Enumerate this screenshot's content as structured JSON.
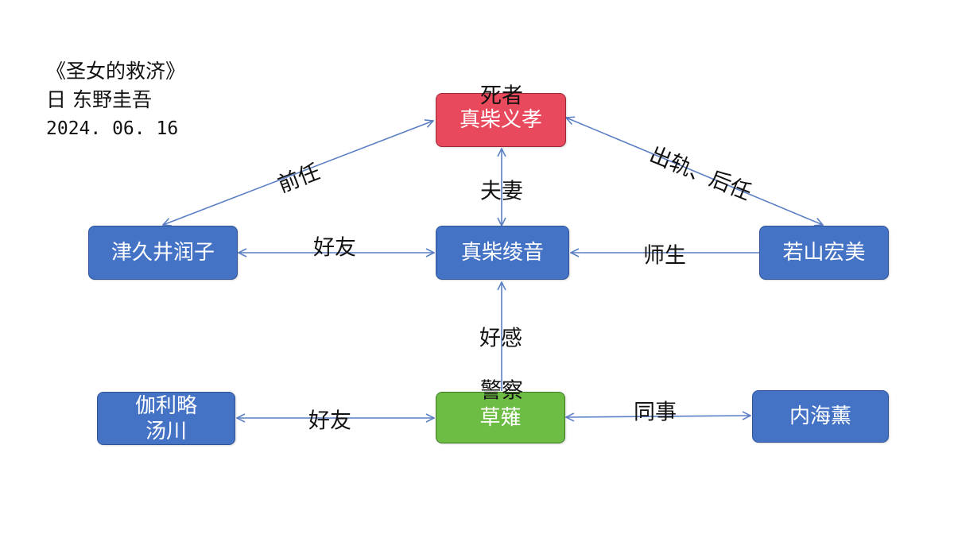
{
  "header": {
    "title": "《圣女的救济》",
    "author": "日  东野圭吾",
    "date": "2024. 06. 16"
  },
  "nodes": {
    "yoshitaka": {
      "name": "真柴义孝",
      "tag": "死者",
      "color": "#e8495c"
    },
    "ayane": {
      "name": "真柴绫音",
      "color": "#4472c4"
    },
    "junko": {
      "name": "津久井润子",
      "color": "#4472c4"
    },
    "hiromi": {
      "name": "若山宏美",
      "color": "#4472c4"
    },
    "galileo": {
      "name_line1": "伽利略",
      "name_line2": "汤川",
      "color": "#4472c4"
    },
    "kusanagi": {
      "name": "草薙",
      "tag": "警察",
      "color": "#6dbd45"
    },
    "kaoru": {
      "name": "内海薰",
      "color": "#4472c4"
    }
  },
  "relations": {
    "junko_yoshitaka": "前任",
    "ayane_yoshitaka": "夫妻",
    "hiromi_yoshitaka": "出轨、后任",
    "junko_ayane": "好友",
    "hiromi_ayane": "师生",
    "kusanagi_ayane": "好感",
    "galileo_kusanagi": "好友",
    "kusanagi_kaoru": "同事"
  },
  "colors": {
    "line": "#5b7fc4"
  }
}
